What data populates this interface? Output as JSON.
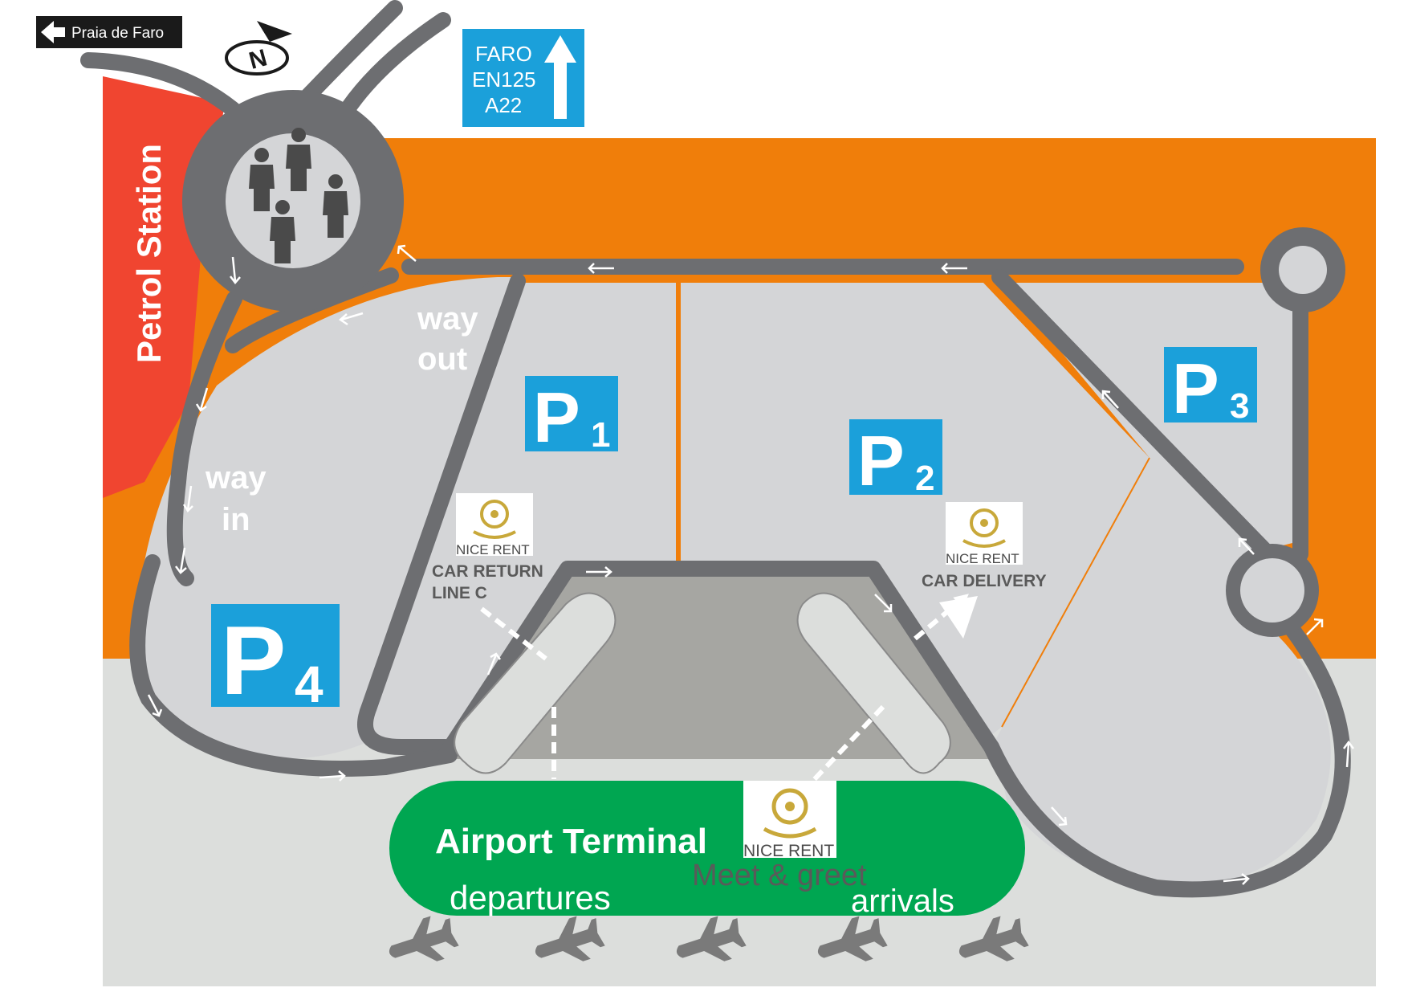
{
  "signs": {
    "praia": "Praia de Faro",
    "faro_lines": [
      "FARO",
      "EN125",
      "A22"
    ],
    "compass": "N"
  },
  "areas": {
    "petrol_station": "Petrol Station",
    "way_out": [
      "way",
      "out"
    ],
    "way_in": [
      "way",
      "in"
    ]
  },
  "parking": [
    {
      "letter": "P",
      "number": "1"
    },
    {
      "letter": "P",
      "number": "2"
    },
    {
      "letter": "P",
      "number": "3"
    },
    {
      "letter": "P",
      "number": "4"
    }
  ],
  "nice_rent": {
    "brand": "NICE RENT",
    "car_return": [
      "CAR RETURN",
      "LINE C"
    ],
    "car_delivery": "CAR DELIVERY",
    "meet_greet": "Meet & greet"
  },
  "terminal": {
    "title": "Airport Terminal",
    "departures": "departures",
    "arrivals": "arrivals"
  },
  "colors": {
    "orange": "#F07E0A",
    "red": "#F04530",
    "road": "#6D6E71",
    "lot": "#D4D5D7",
    "parking_blue": "#1BA0DA",
    "terminal_green": "#00A651",
    "brand_gold": "#C8A83A"
  }
}
